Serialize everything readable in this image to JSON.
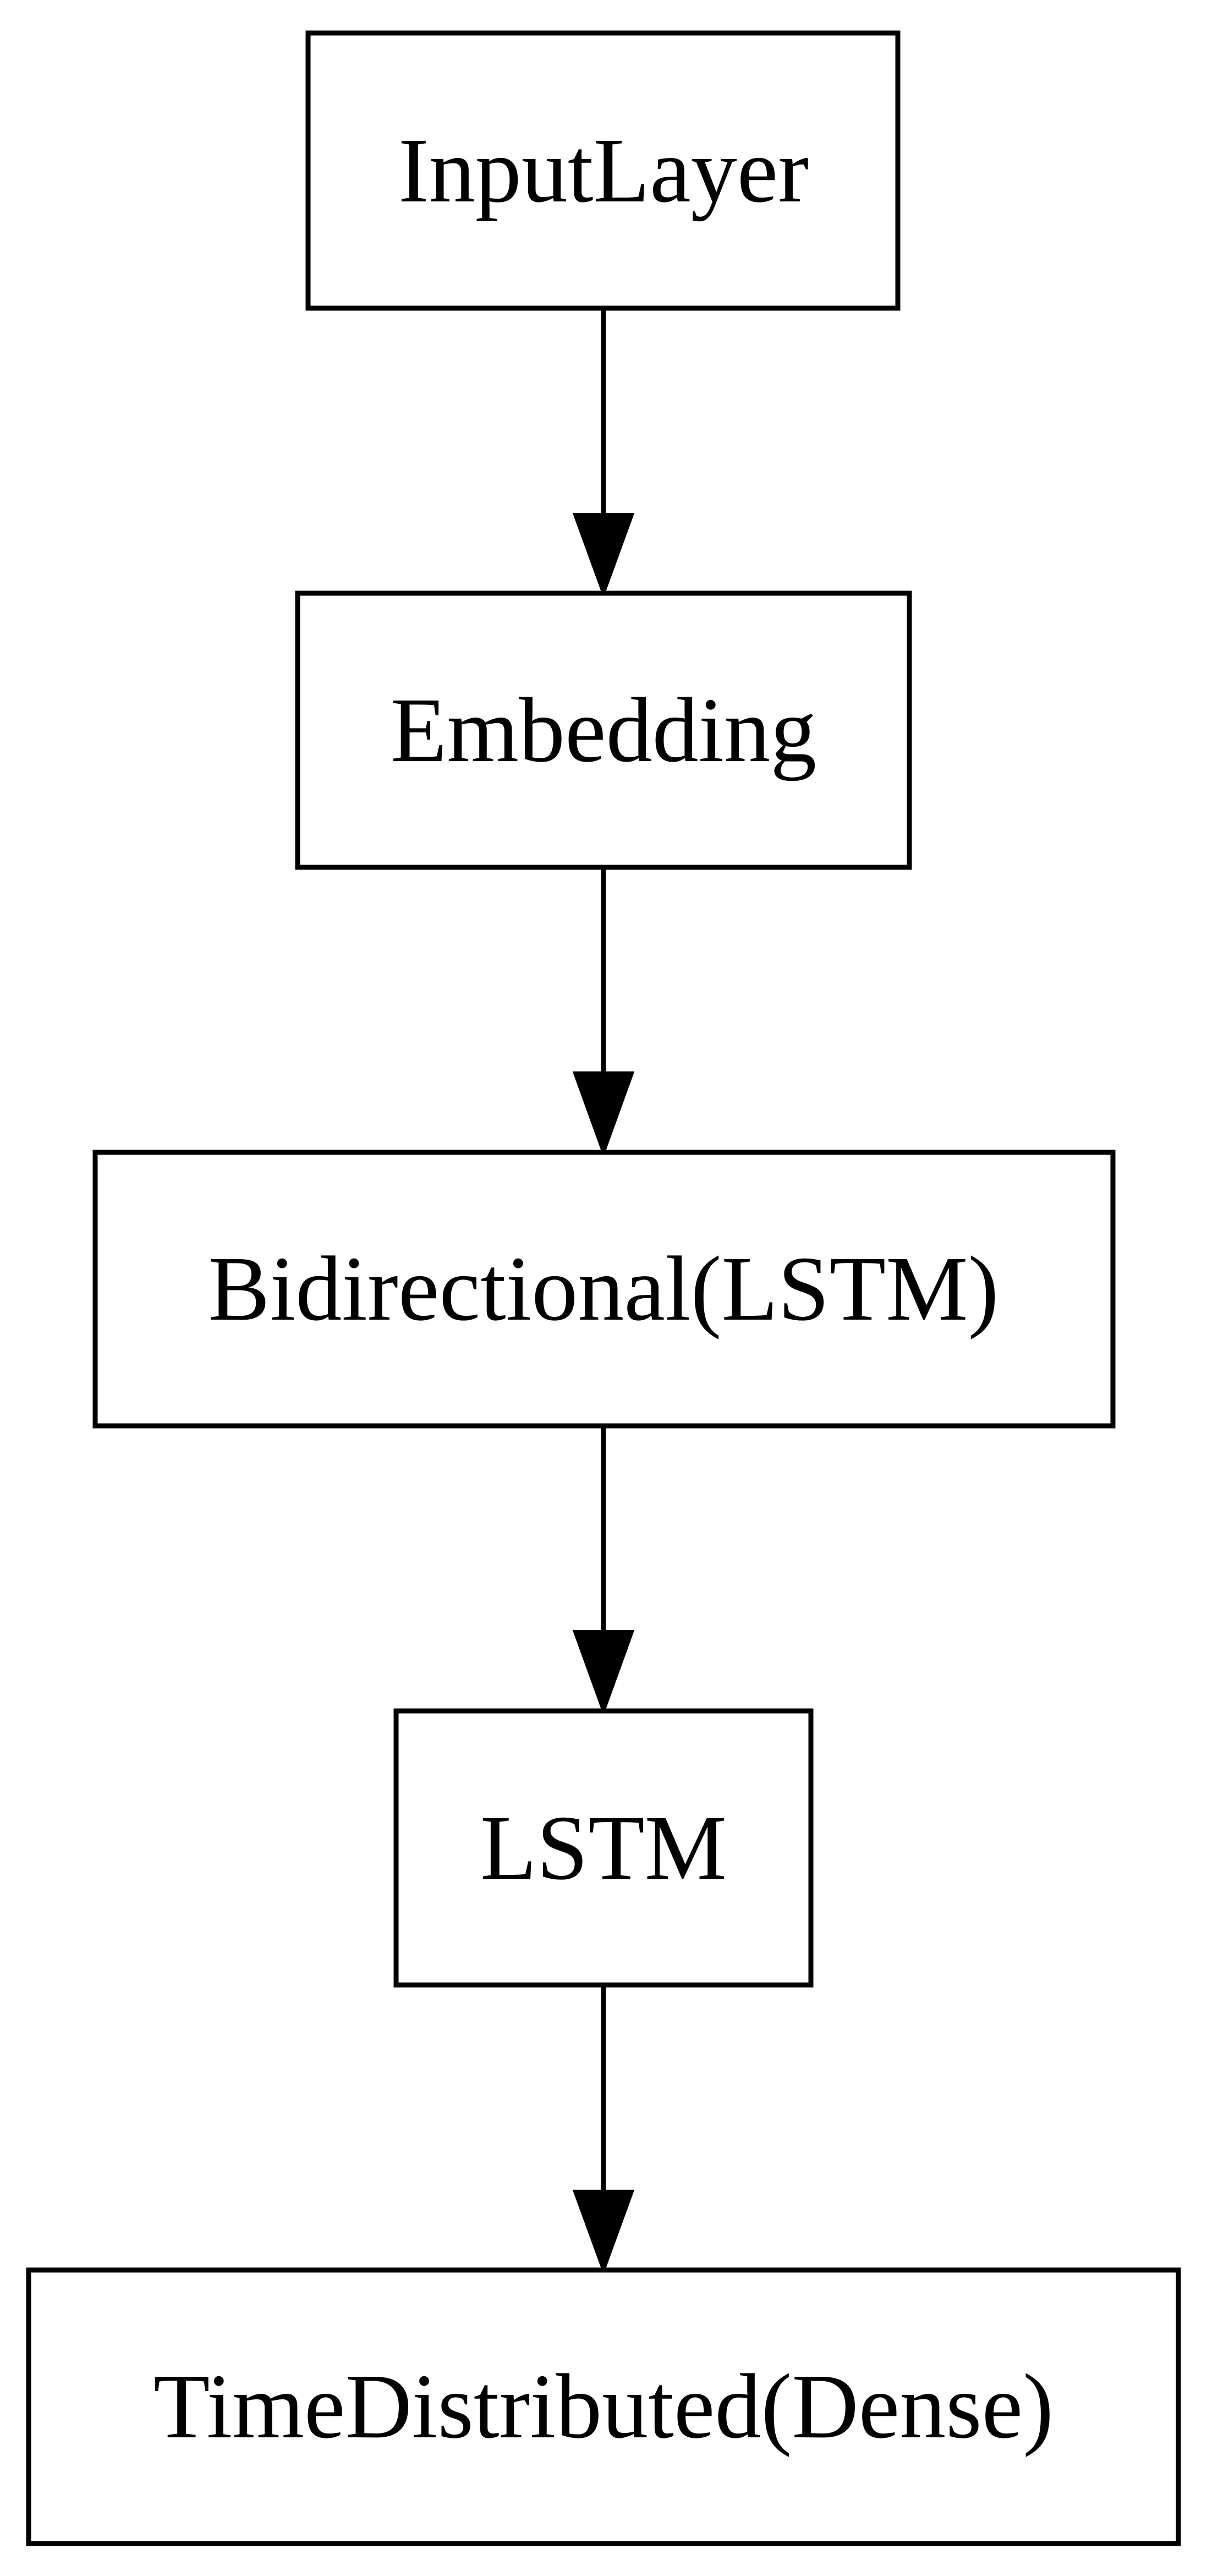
{
  "diagram": {
    "type": "flowchart",
    "direction": "top-to-bottom",
    "nodes": [
      {
        "id": "input",
        "label": "InputLayer"
      },
      {
        "id": "embedding",
        "label": "Embedding"
      },
      {
        "id": "bilstm",
        "label": "Bidirectional(LSTM)"
      },
      {
        "id": "lstm",
        "label": "LSTM"
      },
      {
        "id": "dense",
        "label": "TimeDistributed(Dense)"
      }
    ],
    "edges": [
      {
        "from": "input",
        "to": "embedding"
      },
      {
        "from": "embedding",
        "to": "bilstm"
      },
      {
        "from": "bilstm",
        "to": "lstm"
      },
      {
        "from": "lstm",
        "to": "dense"
      }
    ]
  }
}
